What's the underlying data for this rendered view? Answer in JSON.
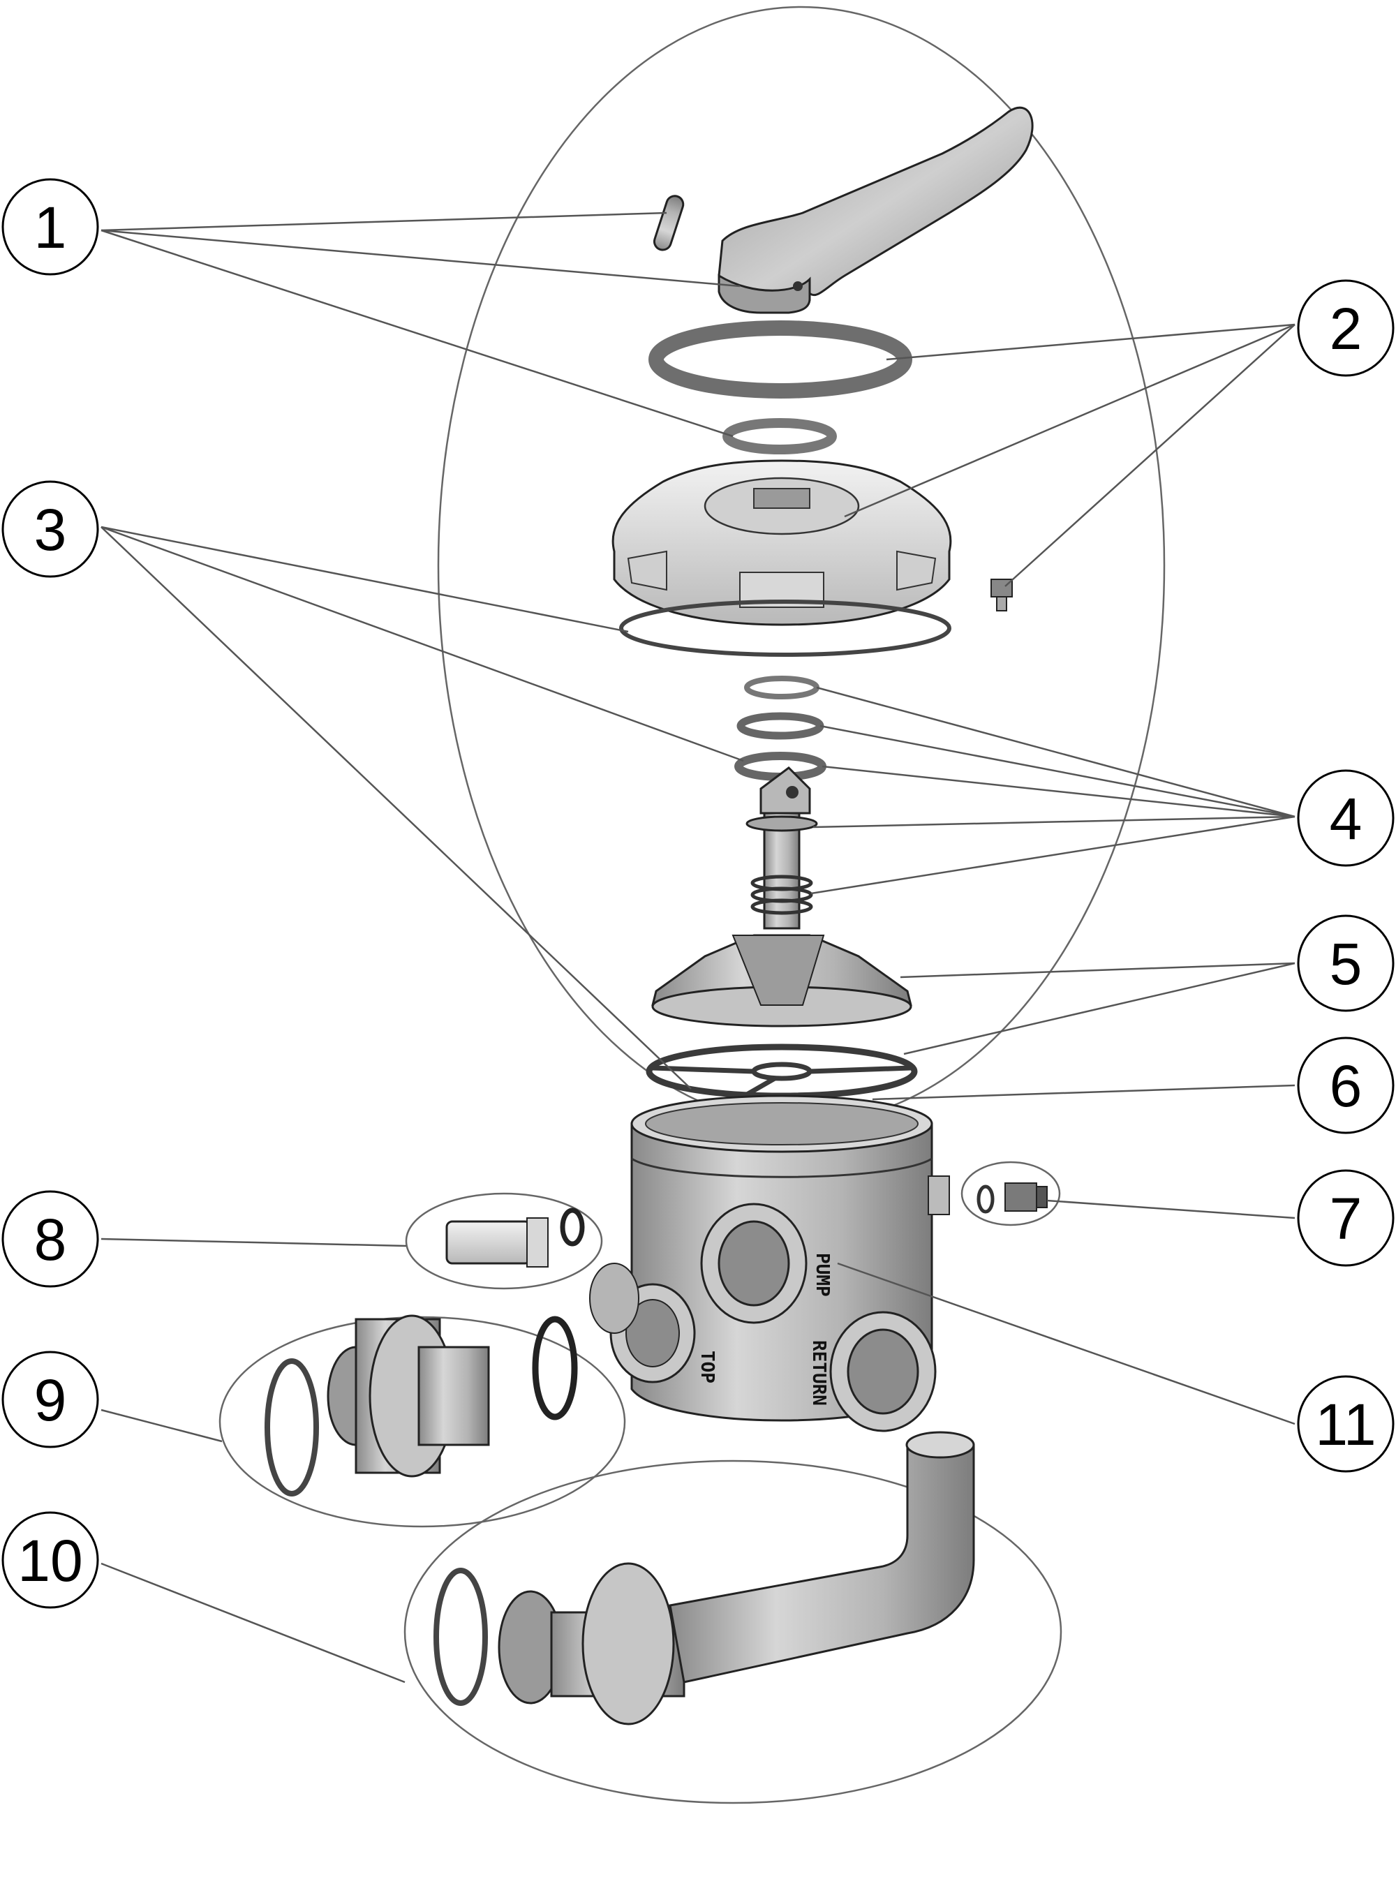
{
  "callouts": [
    {
      "id": "1",
      "label": "1"
    },
    {
      "id": "2",
      "label": "2"
    },
    {
      "id": "3",
      "label": "3"
    },
    {
      "id": "4",
      "label": "4"
    },
    {
      "id": "5",
      "label": "5"
    },
    {
      "id": "6",
      "label": "6"
    },
    {
      "id": "7",
      "label": "7"
    },
    {
      "id": "8",
      "label": "8"
    },
    {
      "id": "9",
      "label": "9"
    },
    {
      "id": "10",
      "label": "10"
    },
    {
      "id": "11",
      "label": "11"
    }
  ],
  "port_labels": {
    "pump": "PUMP",
    "top": "TOP",
    "return": "RETURN"
  },
  "colors": {
    "part_fill": "#bdbdbd",
    "part_light": "#e2e2e2",
    "part_dark": "#7a7a7a",
    "gasket": "#6e6e6e"
  }
}
